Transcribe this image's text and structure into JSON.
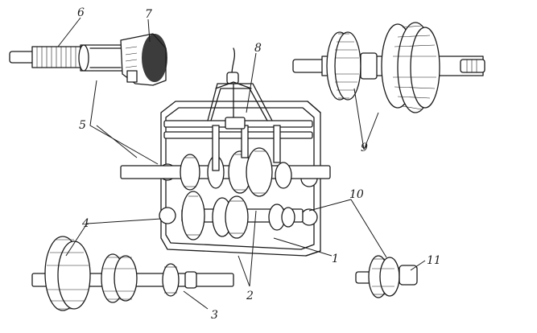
{
  "colors": {
    "ink": "#1a1a1a",
    "paper": "#ffffff"
  },
  "parts": [
    {
      "id": "housing",
      "label": "1"
    },
    {
      "id": "shift-rails",
      "label": "2"
    },
    {
      "id": "reverse-shaft",
      "label": "3"
    },
    {
      "id": "countershaft",
      "label": "4"
    },
    {
      "id": "main-drive-bearing",
      "label": "5"
    },
    {
      "id": "main-drive-shaft",
      "label": "6"
    },
    {
      "id": "drive-gear-crown",
      "label": "7"
    },
    {
      "id": "shift-lever",
      "label": "8"
    },
    {
      "id": "output-shaft",
      "label": "9"
    },
    {
      "id": "reverse-idler",
      "label": "10"
    },
    {
      "id": "idler-shaft",
      "label": "11"
    }
  ]
}
